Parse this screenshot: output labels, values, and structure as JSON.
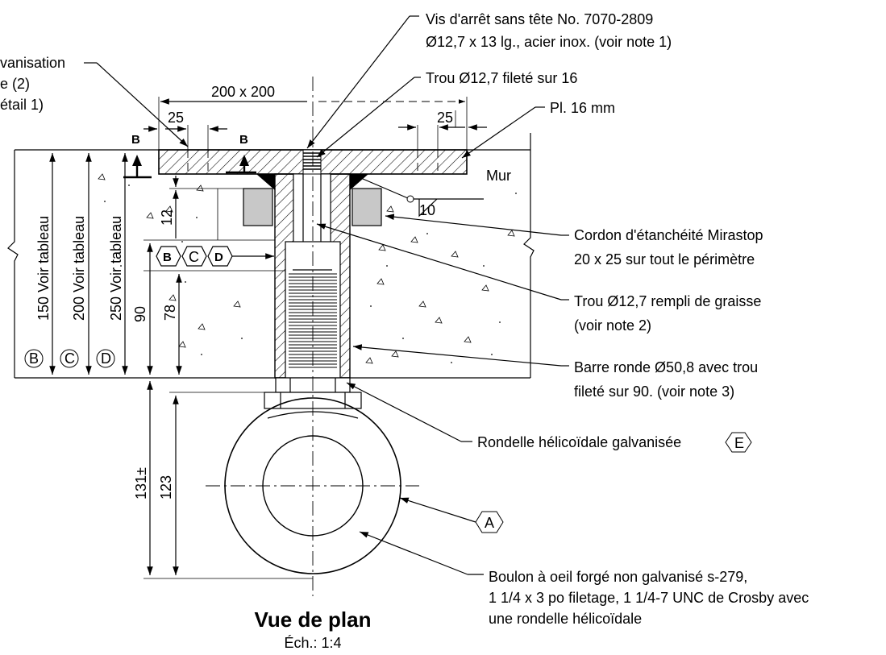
{
  "labels": {
    "set_screw_line1": "Vis d'arrêt sans tête No. 7070-2809",
    "set_screw_line2": "Ø12,7 x 13 lg., acier inox. (voir note 1)",
    "galv_line1": "vanisation",
    "galv_line2": "e (2)",
    "galv_line3": "étail 1)",
    "hole_threaded": "Trou Ø12,7 fileté sur 16",
    "plate": "Pl. 16 mm",
    "wall": "Mur",
    "weld_size": "10",
    "seal_line1": "Cordon d'étanchéité Mirastop",
    "seal_line2": "20 x 25 sur tout le périmètre",
    "hole_grease_line1": "Trou Ø12,7 rempli de graisse",
    "hole_grease_line2": "(voir note 2)",
    "bar_line1": "Barre ronde Ø50,8 avec trou",
    "bar_line2": "fileté sur 90. (voir note 3)",
    "washer": "Rondelle hélicoïdale galvanisée",
    "eyebolt_line1": "Boulon à oeil forgé non galvanisé s-279,",
    "eyebolt_line2": "1 1/4 x 3 po filetage, 1 1/4-7 UNC de Crosby avec",
    "eyebolt_line3": "une rondelle hélicoïdale"
  },
  "tags": {
    "washer_tag": "E",
    "eyebolt_tag": "A",
    "hex_b": "B",
    "hex_c": "C",
    "hex_d": "D",
    "circ_b": "B",
    "circ_c": "C",
    "circ_d": "D"
  },
  "sections": {
    "left": "B",
    "right": "B"
  },
  "dimensions": {
    "plate_size": "200 x 200",
    "edge_left": "25",
    "edge_right": "25",
    "d12": "12",
    "d90": "90",
    "d78": "78",
    "d131": "131±",
    "d123": "123",
    "v150": "150 Voir tableau",
    "v200": "200 Voir tableau",
    "v250": "250 Voir tableau"
  },
  "title": {
    "main": "Vue de plan",
    "scale": "Éch.: 1:4"
  }
}
